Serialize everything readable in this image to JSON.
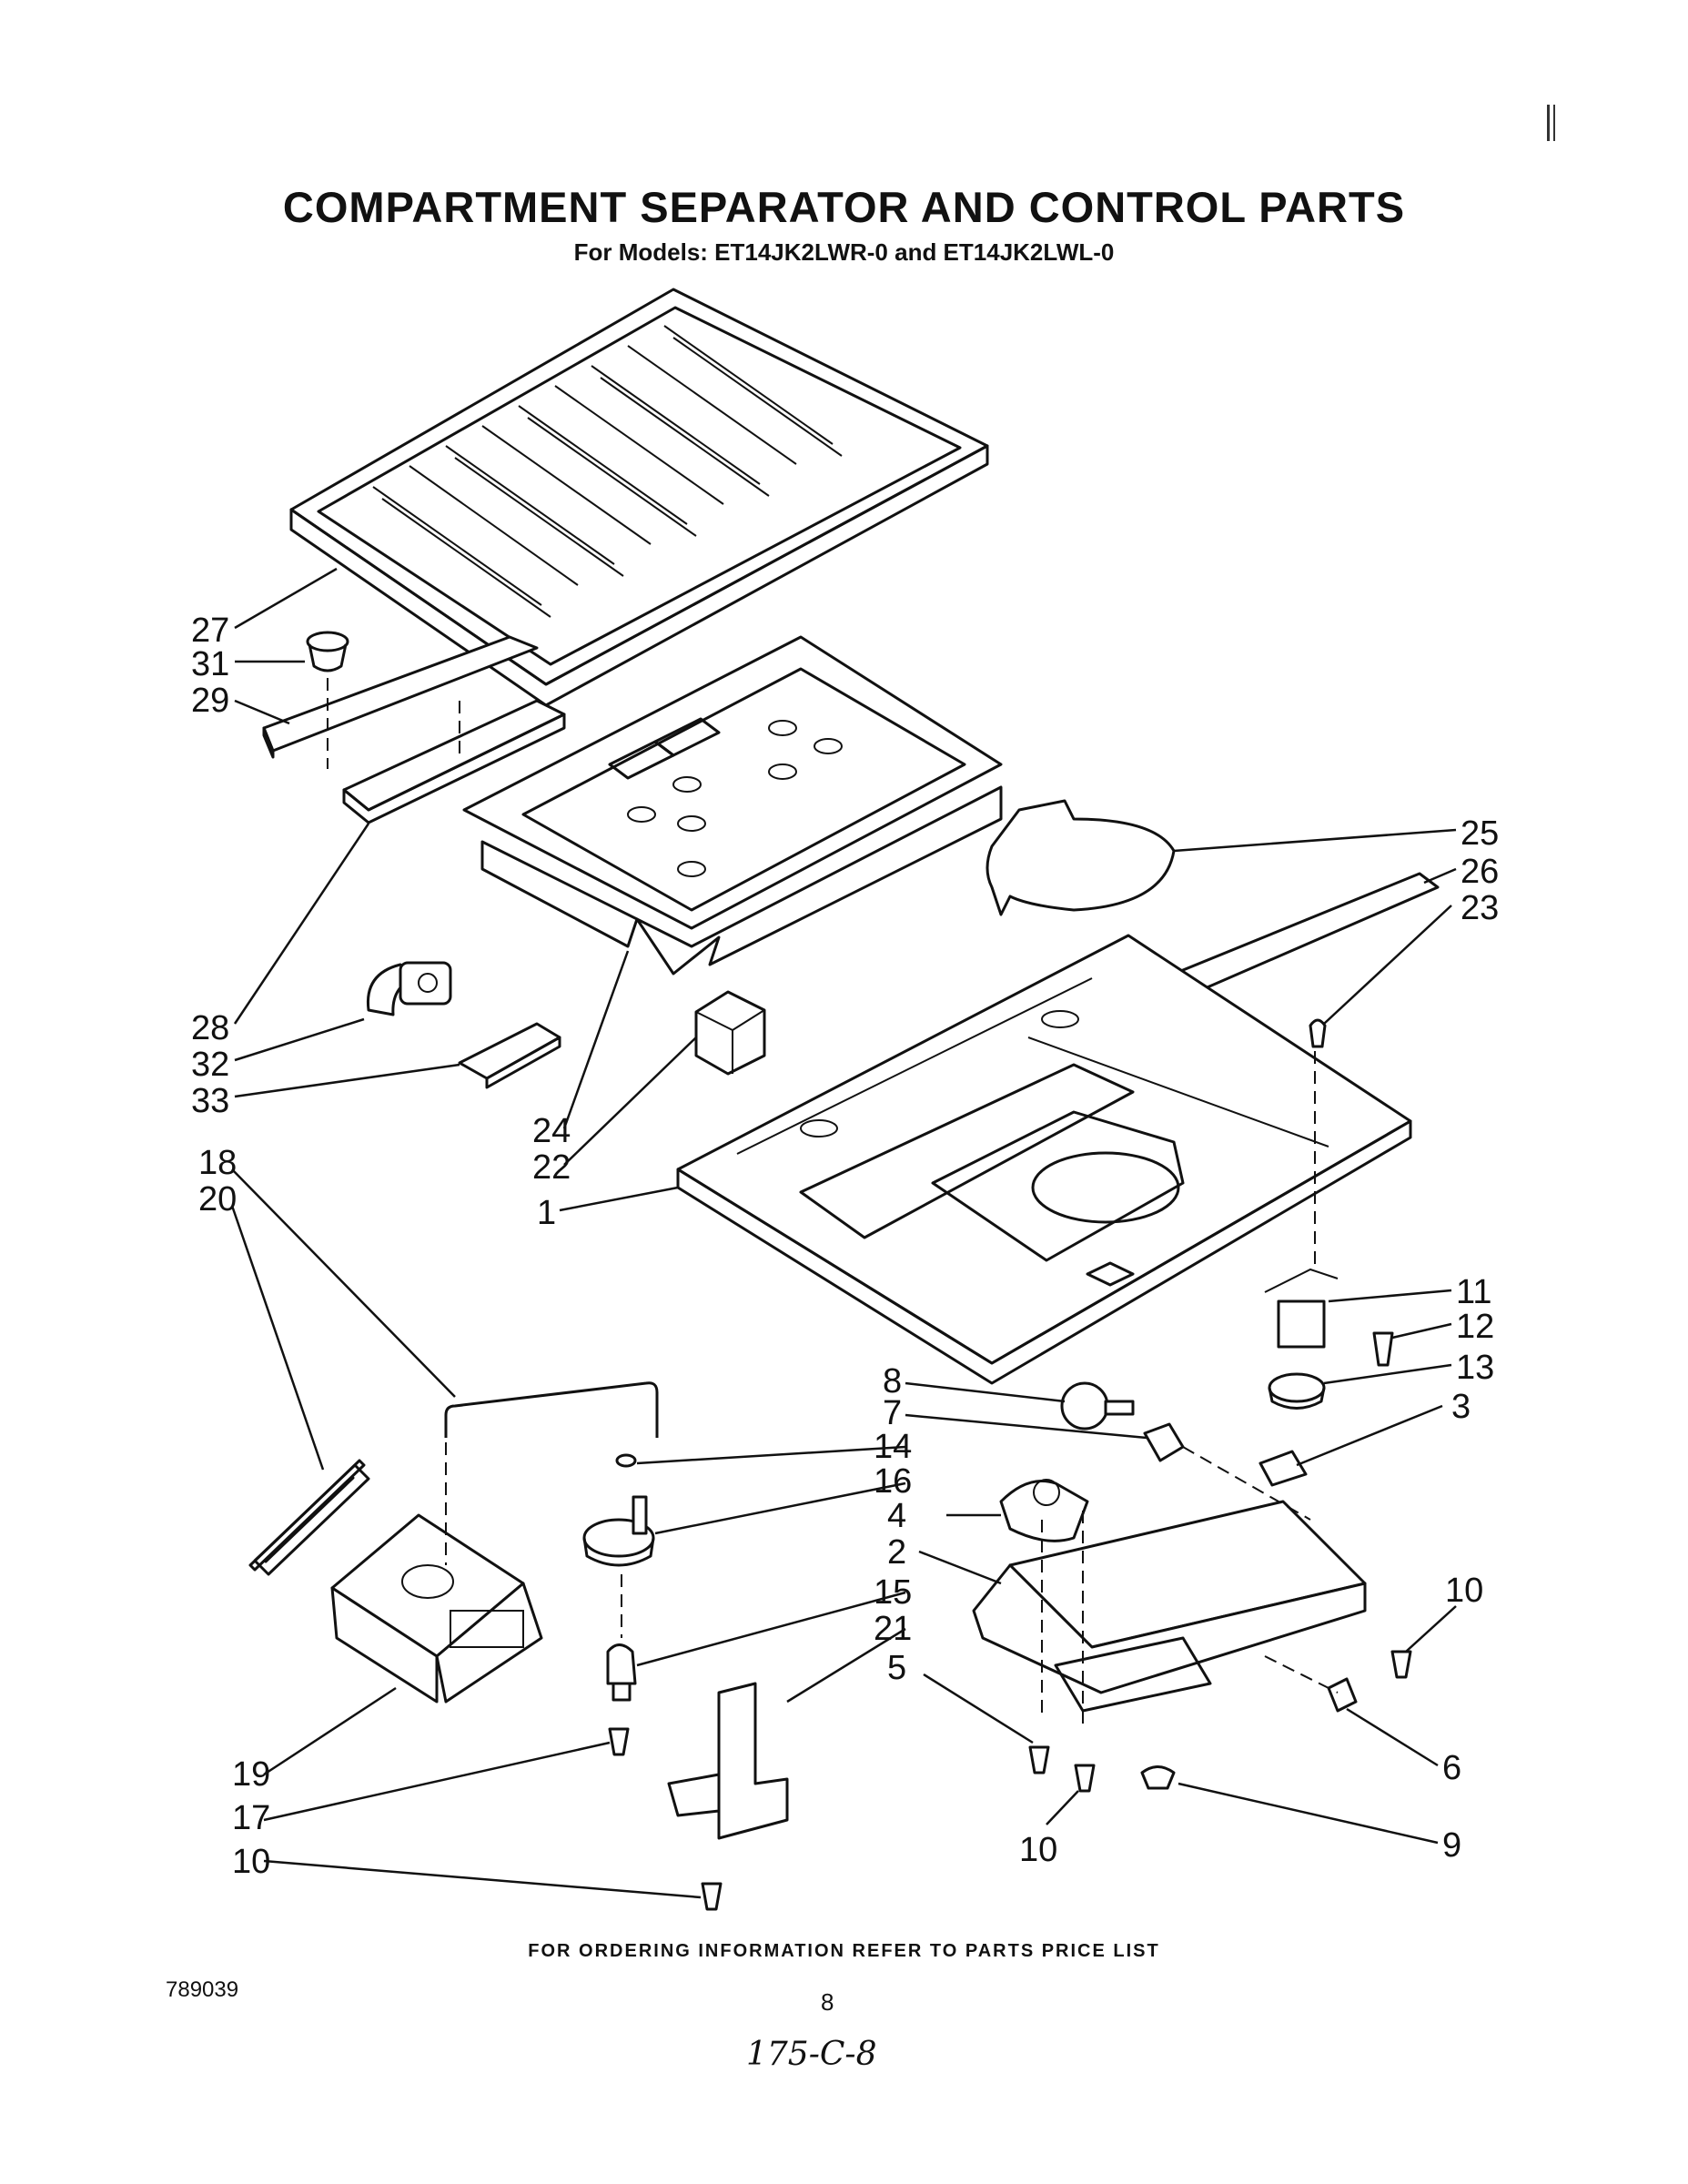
{
  "header": {
    "title": "COMPARTMENT SEPARATOR AND CONTROL PARTS",
    "subtitle": "For Models: ET14JK2LWR-0 and ET14JK2LWL-0"
  },
  "footer": {
    "note": "FOR ORDERING INFORMATION REFER TO PARTS PRICE LIST",
    "doc_number": "789039",
    "page_number": "8",
    "handwritten": "175-C-8"
  },
  "callouts": {
    "c27": "27",
    "c31": "31",
    "c29": "29",
    "c28": "28",
    "c32": "32",
    "c33": "33",
    "c24": "24",
    "c22": "22",
    "c1": "1",
    "c18": "18",
    "c20": "20",
    "c25": "25",
    "c26": "26",
    "c23": "23",
    "c11": "11",
    "c12": "12",
    "c13": "13",
    "c3": "3",
    "c8": "8",
    "c7": "7",
    "c14": "14",
    "c16": "16",
    "c4": "4",
    "c2": "2",
    "c15": "15",
    "c21": "21",
    "c5": "5",
    "c10a": "10",
    "c6": "6",
    "c19": "19",
    "c17": "17",
    "c10b": "10",
    "c10c": "10",
    "c9": "9"
  }
}
